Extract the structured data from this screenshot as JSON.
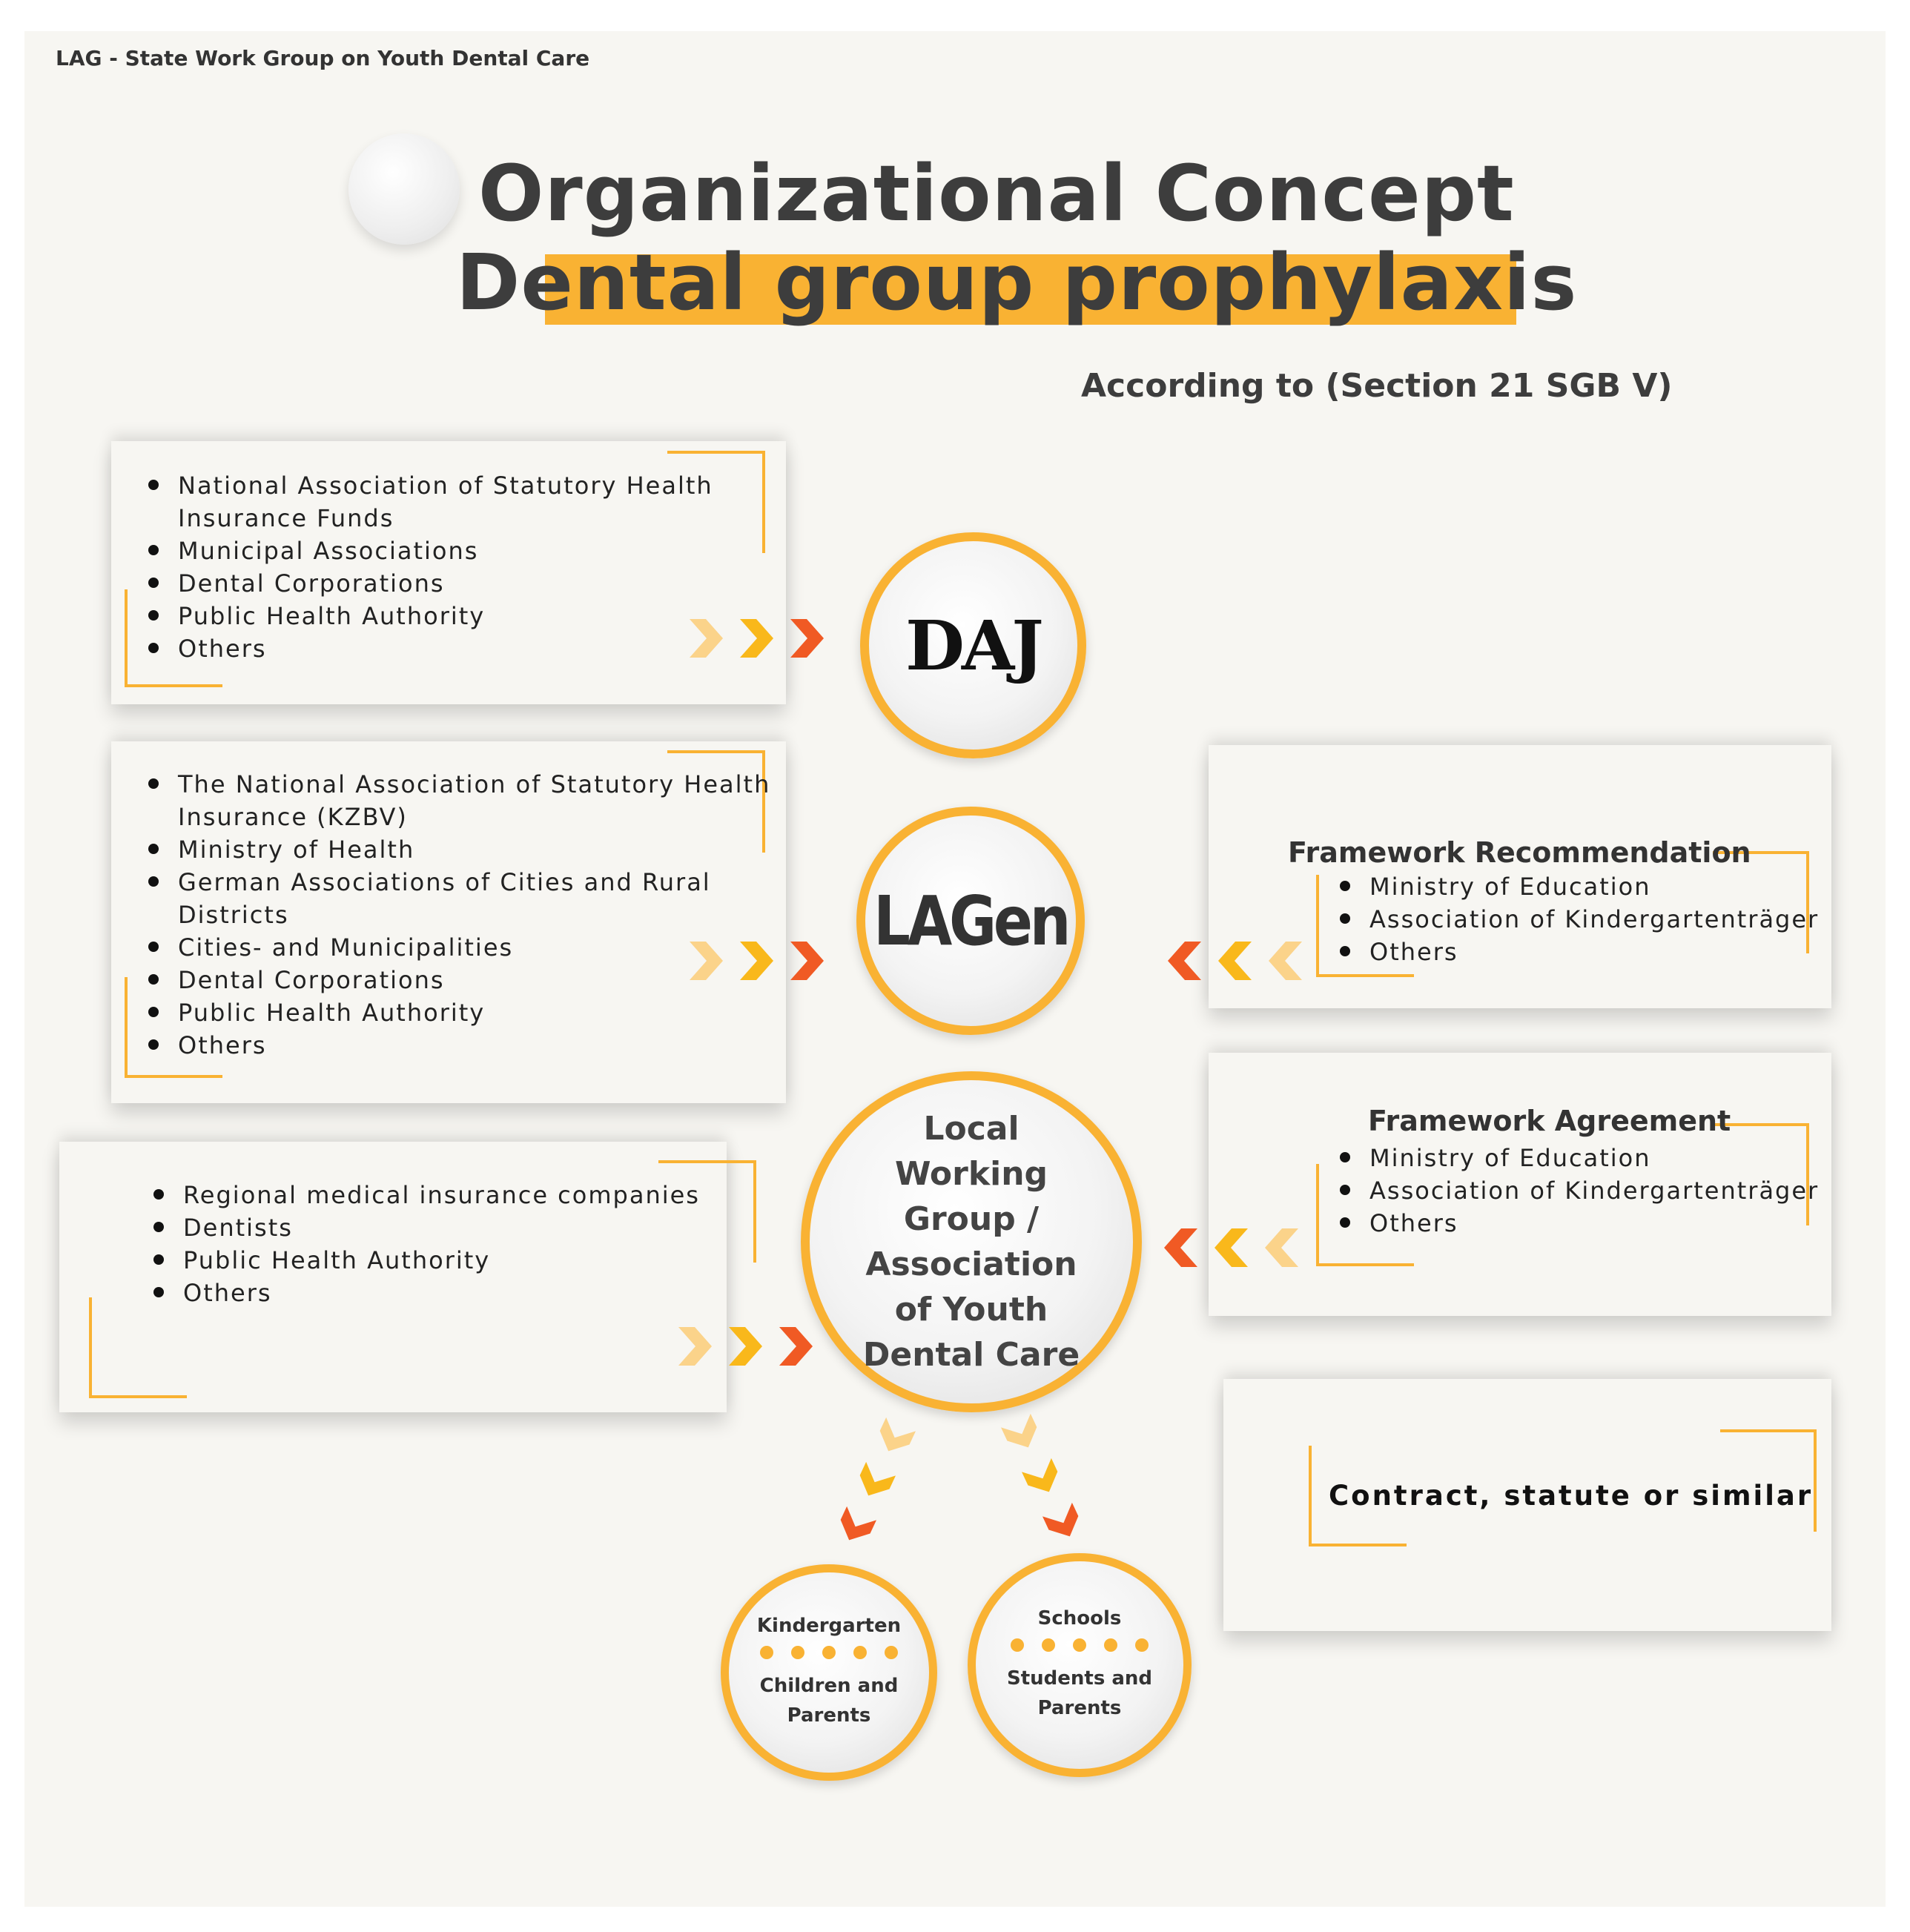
{
  "header": {
    "label": "LAG - State Work Group on Youth Dental Care"
  },
  "title": {
    "line1": "Organizational Concept",
    "line2": "Dental group prophylaxis",
    "subtitle": "According to (Section 21 SGB V)"
  },
  "nodes": {
    "daj": "DAJ",
    "lagen": "LAGen",
    "local": "Local Working Group / Association of Youth Dental Care",
    "kindergarten": {
      "title": "Kindergarten",
      "sub": "Children and Parents"
    },
    "schools": {
      "title": "Schools",
      "sub": "Students and Parents"
    }
  },
  "left_panels": [
    {
      "items": [
        "National Association of Statutory Health Insurance Funds",
        "Municipal Associations",
        "Dental Corporations",
        "Public Health Authority",
        "Others"
      ]
    },
    {
      "items": [
        "The National Association of Statutory Health Insurance (KZBV)",
        "Ministry of Health",
        "German Associations of Cities and Rural Districts",
        "Cities- and Municipalities",
        "Dental Corporations",
        "Public Health Authority",
        "Others"
      ]
    },
    {
      "items": [
        "Regional medical insurance companies",
        "Dentists",
        "Public Health Authority",
        "Others"
      ]
    }
  ],
  "right_panels": [
    {
      "heading": "Framework Recommendation",
      "items": [
        "Ministry of Education",
        "Association of Kindergartenträger",
        "Others"
      ]
    },
    {
      "heading": "Framework Agreement",
      "items": [
        "Ministry of Education",
        "Association of Kindergartenträger",
        "Others"
      ]
    }
  ],
  "legend": {
    "contract": "Contract, statute or similar"
  },
  "colors": {
    "accent": "#f9b233",
    "arrow_light": "#fbd38a",
    "arrow_mid": "#f9b81b",
    "arrow_dark": "#f05a24",
    "background": "#f7f6f2"
  }
}
